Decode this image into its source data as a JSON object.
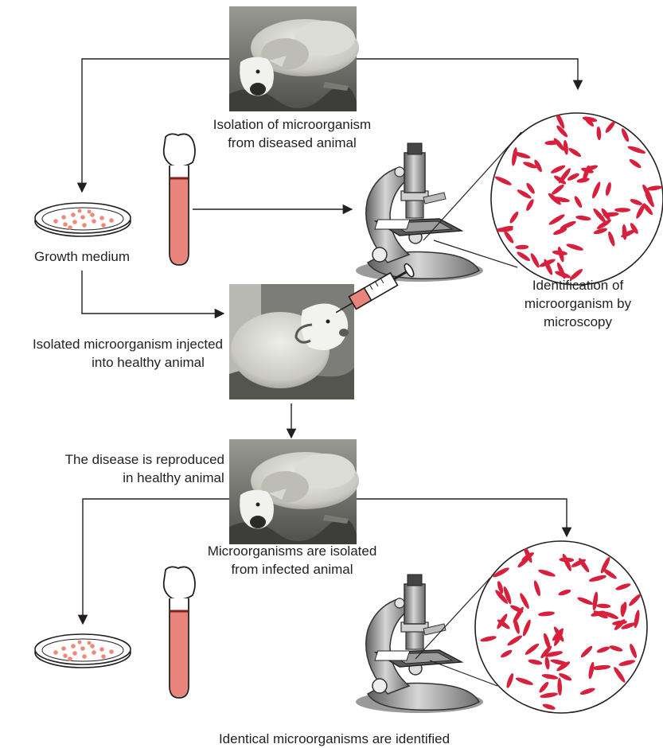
{
  "labels": {
    "isolation_line1": "Isolation of microorganism",
    "isolation_line2": "from diseased animal",
    "growth_medium": "Growth medium",
    "identification_line1": "Identification of",
    "identification_line2": "microorganism by",
    "identification_line3": "microscopy",
    "injected_line1": "Isolated microorganism injected",
    "injected_line2": "into healthy animal",
    "reproduced_line1": "The disease is reproduced",
    "reproduced_line2": "in healthy animal",
    "reisolated_line1": "Microorganisms are isolated",
    "reisolated_line2": "from infected animal",
    "identical": "Identical microorganisms are identified"
  },
  "colors": {
    "bacteria": "#d81f3c",
    "colony": "#f08a78",
    "tube_fill": "#e8847a",
    "line": "#231f20",
    "photo_bg": "#8a8a8a"
  }
}
